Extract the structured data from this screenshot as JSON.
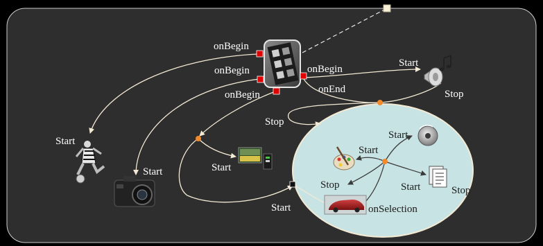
{
  "colors": {
    "background": "#000000",
    "panel": "#2e2e2e",
    "panel_border": "#cfcfcf",
    "ellipse_fill": "#c8e3e4",
    "link": "#f3ead4",
    "port_red": "#e00000",
    "junction": "#f28a2c",
    "text_light": "#ffffff",
    "text_dark": "#1a1a1a"
  },
  "main_node": {
    "icon": "film-reel-icon"
  },
  "labels": {
    "onBegin_1": "onBegin",
    "onBegin_2": "onBegin",
    "onBegin_3": "onBegin",
    "onBegin_4": "onBegin",
    "onEnd": "onEnd",
    "start_audio": "Start",
    "stop_audio": "Stop",
    "stop_group": "Stop",
    "start_runner": "Start",
    "start_camera": "Start",
    "start_video": "Start",
    "start_car": "Start",
    "start_palette": "Start",
    "start_disc": "Start",
    "stop_palette": "Stop",
    "start_doc": "Start",
    "stop_doc": "Stop",
    "on_selection": "onSelection"
  },
  "nodes": [
    {
      "id": "audio",
      "icon": "speaker-music-icon"
    },
    {
      "id": "runner",
      "icon": "football-player-icon"
    },
    {
      "id": "camera",
      "icon": "camera-icon"
    },
    {
      "id": "video",
      "icon": "video-clip-icon"
    },
    {
      "id": "palette",
      "icon": "paint-palette-icon"
    },
    {
      "id": "disc",
      "icon": "disc-icon"
    },
    {
      "id": "document",
      "icon": "document-icon"
    },
    {
      "id": "car",
      "icon": "car-icon"
    }
  ]
}
